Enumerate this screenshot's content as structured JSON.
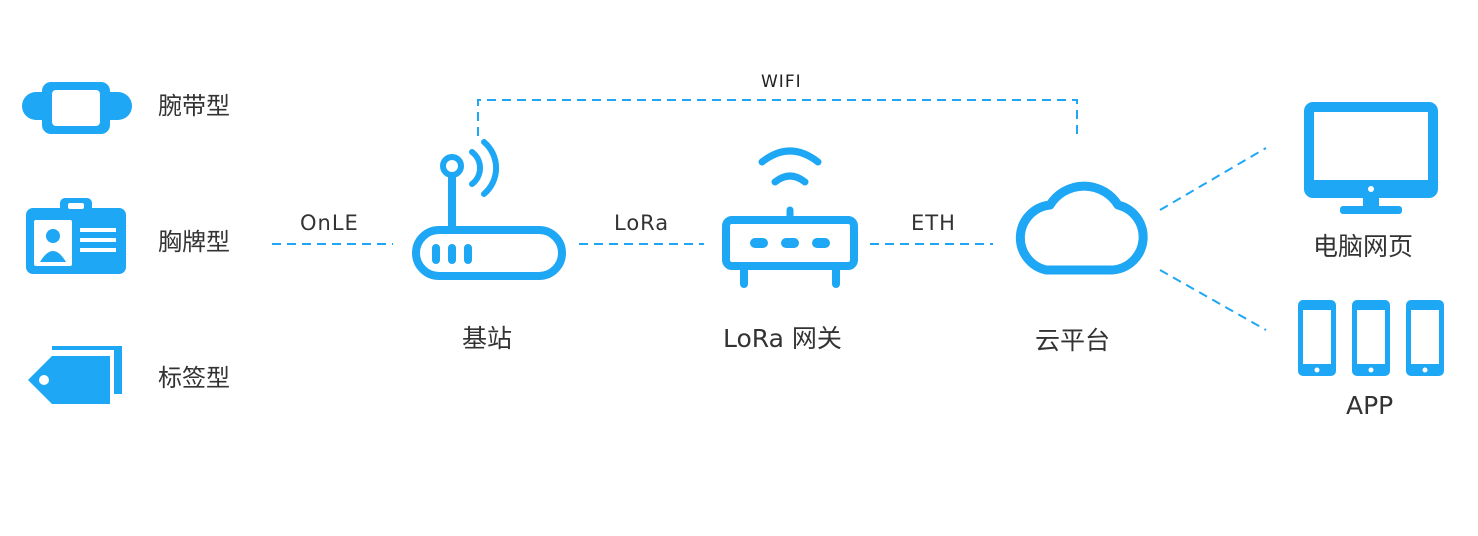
{
  "colors": {
    "accent": "#1ea7f4",
    "text": "#333333"
  },
  "devices": [
    {
      "id": "wristband",
      "label": "腕带型",
      "icon": "wristband-icon"
    },
    {
      "id": "badge",
      "label": "胸牌型",
      "icon": "badge-icon"
    },
    {
      "id": "tag",
      "label": "标签型",
      "icon": "tag-icon"
    }
  ],
  "nodes": {
    "base_station": {
      "label": "基站",
      "icon": "router-antenna-icon"
    },
    "gateway": {
      "label": "LoRa 网关",
      "icon": "gateway-icon"
    },
    "cloud": {
      "label": "云平台",
      "icon": "cloud-icon"
    }
  },
  "links": {
    "device_to_base": "OnLE",
    "base_to_gateway": "LoRa",
    "gateway_to_cloud": "ETH",
    "base_to_cloud": "WIFI"
  },
  "clients": {
    "web": {
      "label": "电脑网页",
      "icon": "monitor-icon"
    },
    "app": {
      "label": "APP",
      "icon": "smartphone-icon"
    }
  }
}
